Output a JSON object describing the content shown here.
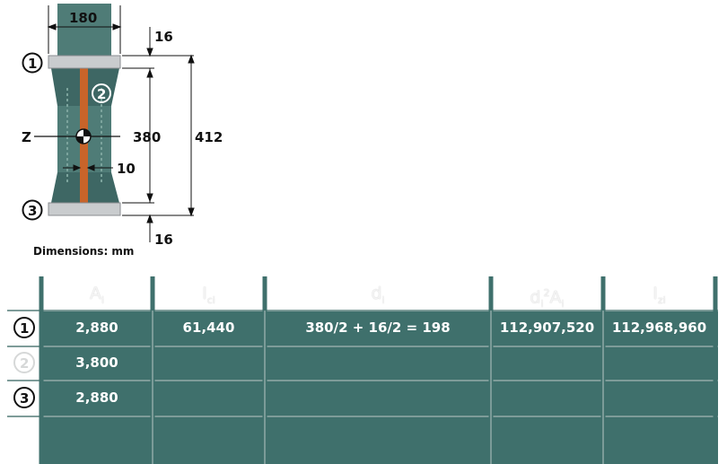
{
  "diagram": {
    "labels": {
      "width": "180",
      "flange_top": "16",
      "flange_bottom": "16",
      "web_height": "380",
      "total_height": "412",
      "web_thickness": "10",
      "axis": "Z",
      "part1": "1",
      "part2": "2",
      "part3": "3",
      "units": "Dimensions: mm"
    },
    "colors": {
      "column": "#4f7c77",
      "web": "#c8642a",
      "flange": "#c9ccce",
      "table": "#3f706c"
    }
  },
  "table": {
    "headers": [
      "A",
      "I",
      "d",
      "d",
      "I"
    ],
    "header_subs": [
      "i",
      "ci",
      "i",
      "i",
      "zi"
    ],
    "header_sup": "2",
    "row_labels": [
      "1",
      "2",
      "3"
    ],
    "rows": [
      [
        "2,880",
        "61,440",
        "380/2 + 16/2 = 198",
        "112,907,520",
        "112,968,960"
      ],
      [
        "3,800",
        "",
        "",
        "",
        ""
      ],
      [
        "2,880",
        "",
        "",
        "",
        ""
      ]
    ]
  }
}
